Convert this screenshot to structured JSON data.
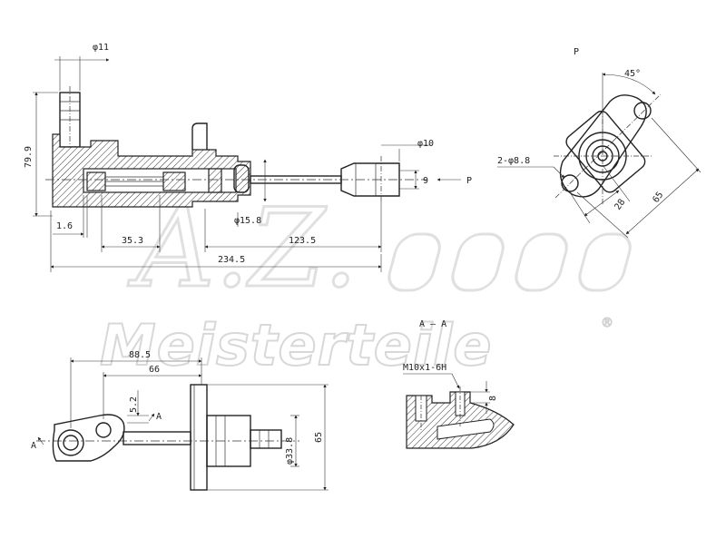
{
  "watermark": {
    "brand": "Meisterteile",
    "logo_letters": "A.Z.",
    "registered": "®"
  },
  "side_view": {
    "dims": {
      "phi11": "φ11",
      "h79_9": "79.9",
      "d1_6": "1.6",
      "d35_3": "35.3",
      "phi15_8": "φ15.8",
      "d123_5": "123.5",
      "d234_5": "234.5",
      "phi10": "φ10",
      "d9": "9",
      "arrow_p": "P"
    }
  },
  "view_p": {
    "title": "P",
    "dims": {
      "angle45": "45°",
      "holes": "2-φ8.8",
      "d28": "28",
      "d65": "65"
    }
  },
  "top_view": {
    "dims": {
      "d88_5": "88.5",
      "d66": "66",
      "d5_2": "5.2",
      "label_a1": "A",
      "label_a2": "A",
      "phi33_8": "φ33.8",
      "d65": "65"
    }
  },
  "section_aa": {
    "title": "A — A",
    "thread": "M10x1-6H",
    "d8": "8"
  }
}
